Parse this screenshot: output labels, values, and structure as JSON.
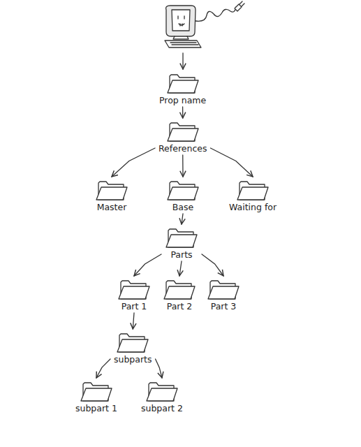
{
  "diagram": {
    "nodes": [
      {
        "text": [
          "Prop name"
        ]
      },
      {
        "text": [
          "References"
        ]
      },
      {
        "text": [
          "Master"
        ]
      },
      {
        "text": [
          "Base"
        ]
      },
      {
        "text": [
          "Waiting for"
        ]
      },
      {
        "text": [
          "Parts"
        ]
      },
      {
        "text": [
          "Part 1"
        ]
      },
      {
        "text": [
          "Part 2"
        ]
      },
      {
        "text": [
          "Part 3"
        ]
      },
      {
        "text": [
          "subparts"
        ]
      },
      {
        "text": [
          "subpart 1"
        ]
      },
      {
        "text": [
          "subpart 2"
        ]
      }
    ],
    "edges": [
      {
        "from": 0,
        "to": 1,
        "arrow": "to"
      },
      {
        "from": 1,
        "to": 2,
        "arrow": "to"
      },
      {
        "from": 1,
        "to": 3,
        "arrow": "to"
      },
      {
        "from": 1,
        "to": 4,
        "arrow": "to"
      },
      {
        "from": 3,
        "to": 5,
        "arrow": "to"
      },
      {
        "from": 5,
        "to": 6,
        "arrow": "to"
      },
      {
        "from": 5,
        "to": 7,
        "arrow": "to"
      },
      {
        "from": 5,
        "to": 8,
        "arrow": "to"
      },
      {
        "from": 6,
        "to": 9,
        "arrow": "to"
      },
      {
        "from": 9,
        "to": 10,
        "arrow": "to"
      },
      {
        "from": 9,
        "to": 11,
        "arrow": "to"
      }
    ]
  }
}
